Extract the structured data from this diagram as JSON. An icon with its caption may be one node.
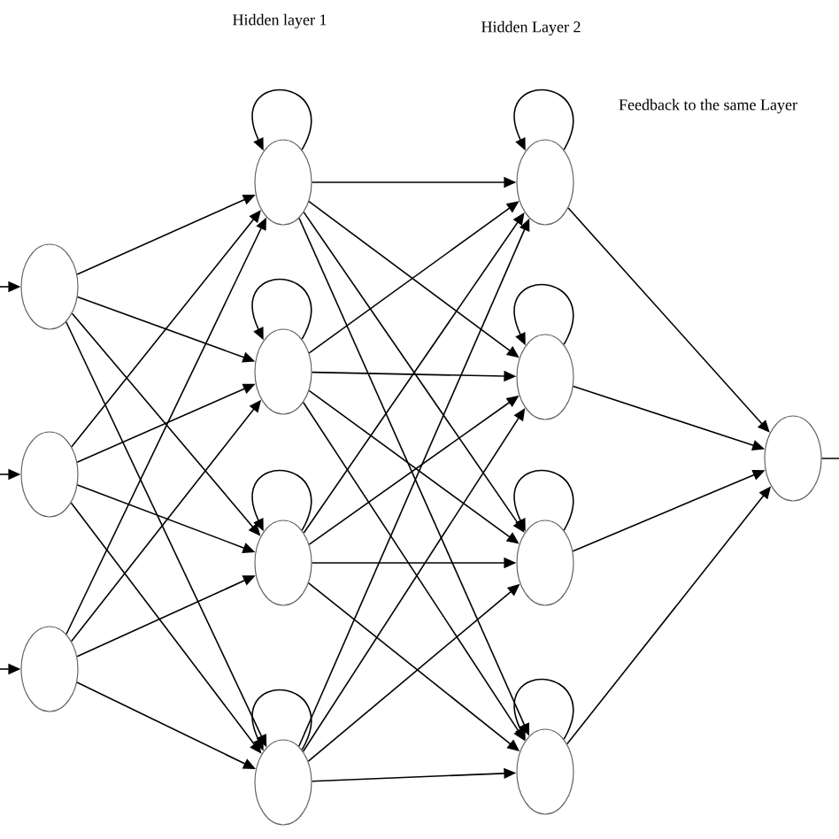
{
  "diagram": {
    "nodes": [
      {
        "text": [],
        "shape": "circle"
      },
      {
        "text": [],
        "shape": "circle"
      },
      {
        "text": [],
        "shape": "circle"
      },
      {
        "text": [],
        "shape": "circle"
      },
      {
        "text": [],
        "shape": "circle"
      },
      {
        "text": [],
        "shape": "circle"
      },
      {
        "text": [],
        "shape": "circle"
      },
      {
        "text": [],
        "shape": "circle"
      },
      {
        "text": [],
        "shape": "circle"
      },
      {
        "text": [],
        "shape": "circle"
      },
      {
        "text": [],
        "shape": "circle"
      },
      {
        "text": [],
        "shape": "circle"
      }
    ],
    "edges": [
      {
        "from": null,
        "to": 0,
        "arrow": "to"
      },
      {
        "from": null,
        "to": 1,
        "arrow": "to"
      },
      {
        "from": null,
        "to": 2,
        "arrow": "to"
      },
      {
        "from": 0,
        "to": 3,
        "arrow": "to"
      },
      {
        "from": 0,
        "to": 4,
        "arrow": "to"
      },
      {
        "from": 0,
        "to": 5,
        "arrow": "to"
      },
      {
        "from": 0,
        "to": 6,
        "arrow": "to"
      },
      {
        "from": 1,
        "to": 3,
        "arrow": "to"
      },
      {
        "from": 1,
        "to": 4,
        "arrow": "to"
      },
      {
        "from": 1,
        "to": 5,
        "arrow": "to"
      },
      {
        "from": 1,
        "to": 6,
        "arrow": "to"
      },
      {
        "from": 2,
        "to": 3,
        "arrow": "to"
      },
      {
        "from": 2,
        "to": 4,
        "arrow": "to"
      },
      {
        "from": 2,
        "to": 5,
        "arrow": "to"
      },
      {
        "from": 2,
        "to": 6,
        "arrow": "to"
      },
      {
        "from": 3,
        "to": 3,
        "arrow": "to"
      },
      {
        "from": 4,
        "to": 4,
        "arrow": "to"
      },
      {
        "from": 5,
        "to": 5,
        "arrow": "to"
      },
      {
        "from": 6,
        "to": 6,
        "arrow": "to"
      },
      {
        "from": 3,
        "to": 7,
        "arrow": "to"
      },
      {
        "from": 3,
        "to": 8,
        "arrow": "to"
      },
      {
        "from": 3,
        "to": 9,
        "arrow": "to"
      },
      {
        "from": 3,
        "to": 10,
        "arrow": "to"
      },
      {
        "from": 4,
        "to": 7,
        "arrow": "to"
      },
      {
        "from": 4,
        "to": 8,
        "arrow": "to"
      },
      {
        "from": 4,
        "to": 9,
        "arrow": "to"
      },
      {
        "from": 4,
        "to": 10,
        "arrow": "to"
      },
      {
        "from": 5,
        "to": 7,
        "arrow": "to"
      },
      {
        "from": 5,
        "to": 8,
        "arrow": "to"
      },
      {
        "from": 5,
        "to": 9,
        "arrow": "to"
      },
      {
        "from": 5,
        "to": 10,
        "arrow": "to"
      },
      {
        "from": 6,
        "to": 7,
        "arrow": "to"
      },
      {
        "from": 6,
        "to": 8,
        "arrow": "to"
      },
      {
        "from": 6,
        "to": 9,
        "arrow": "to"
      },
      {
        "from": 6,
        "to": 10,
        "arrow": "to"
      },
      {
        "from": 7,
        "to": 7,
        "arrow": "to"
      },
      {
        "from": 8,
        "to": 8,
        "arrow": "to"
      },
      {
        "from": 9,
        "to": 9,
        "arrow": "to"
      },
      {
        "from": 10,
        "to": 10,
        "arrow": "to"
      },
      {
        "from": 7,
        "to": 11,
        "arrow": "to"
      },
      {
        "from": 8,
        "to": 11,
        "arrow": "to"
      },
      {
        "from": 9,
        "to": 11,
        "arrow": "to"
      },
      {
        "from": 10,
        "to": 11,
        "arrow": "to"
      },
      {
        "from": 11,
        "to": null,
        "arrow": "none"
      }
    ],
    "labels": [
      "Hidden layer 1",
      "Hidden Layer 2",
      "Feedback to the same Layer"
    ]
  }
}
